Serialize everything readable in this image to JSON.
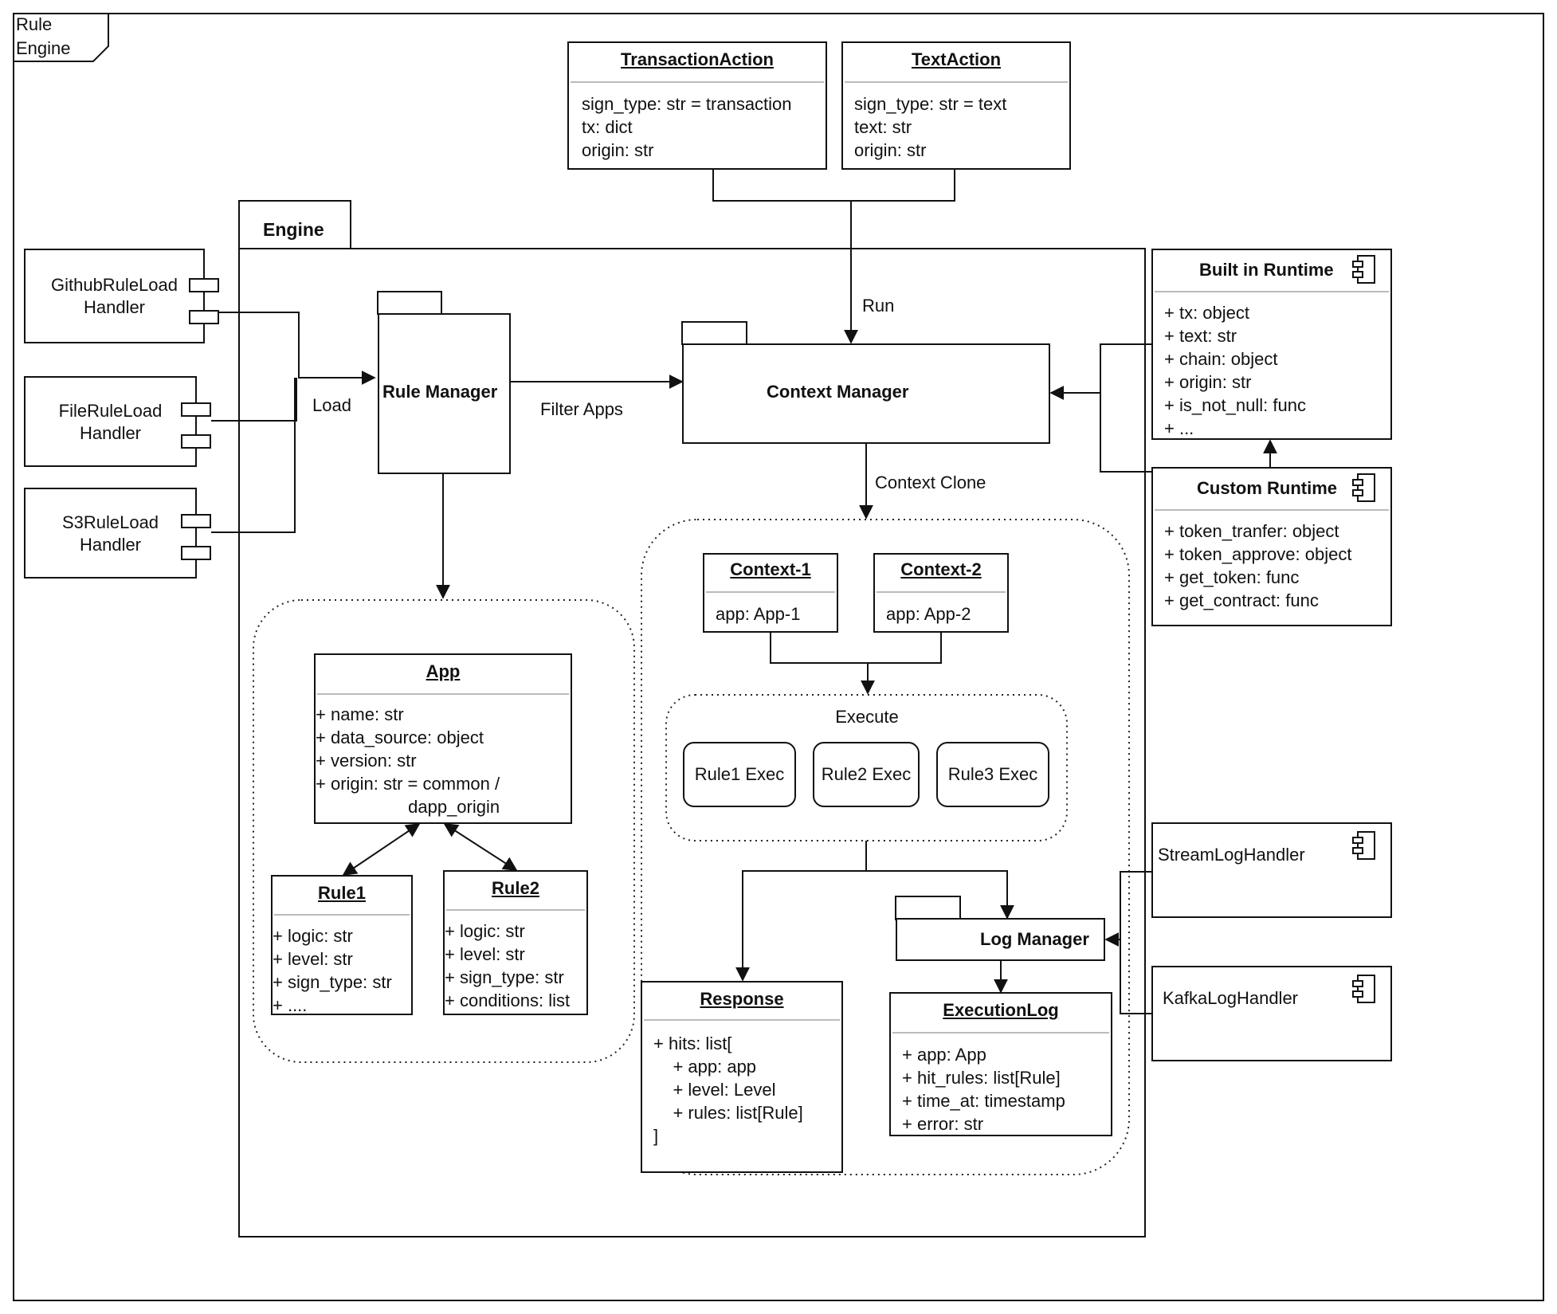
{
  "frame": {
    "title_line1": "Rule",
    "title_line2": "Engine"
  },
  "engine": {
    "label": "Engine"
  },
  "actions": {
    "transaction": {
      "title": "TransactionAction",
      "fields": [
        "sign_type: str = transaction",
        "tx: dict",
        "origin: str"
      ]
    },
    "text": {
      "title": "TextAction",
      "fields": [
        "sign_type: str = text",
        "text: str",
        "origin: str"
      ]
    }
  },
  "handlers": {
    "github": {
      "line1": "GithubRuleLoad",
      "line2": "Handler"
    },
    "file": {
      "line1": "FileRuleLoad",
      "line2": "Handler"
    },
    "s3": {
      "line1": "S3RuleLoad",
      "line2": "Handler"
    }
  },
  "rule_manager": {
    "label": "Rule Manager"
  },
  "context_manager": {
    "label": "Context Manager"
  },
  "edges": {
    "load": "Load",
    "filter_apps": "Filter Apps",
    "run": "Run",
    "context_clone": "Context Clone"
  },
  "runtimes": {
    "builtin": {
      "title": "Built in Runtime",
      "fields": [
        "+ tx: object",
        "+ text: str",
        "+ chain: object",
        "+ origin: str",
        "+ is_not_null: func",
        "+ ..."
      ]
    },
    "custom": {
      "title": "Custom Runtime",
      "fields": [
        "+ token_tranfer: object",
        "+ token_approve: object",
        "+ get_token: func",
        "+ get_contract: func"
      ]
    }
  },
  "app": {
    "title": "App",
    "fields": [
      "+ name: str",
      "+ data_source: object",
      "+ version: str",
      "+ origin: str = common /",
      "                   dapp_origin"
    ]
  },
  "rule1": {
    "title": "Rule1",
    "fields": [
      "+ logic: str",
      "+ level: str",
      "+ sign_type: str",
      "+ ...."
    ]
  },
  "rule2": {
    "title": "Rule2",
    "fields": [
      "+ logic: str",
      "+ level: str",
      "+ sign_type: str",
      "+ conditions: list"
    ]
  },
  "context1": {
    "title": "Context-1",
    "field": "app: App-1"
  },
  "context2": {
    "title": "Context-2",
    "field": "app: App-2"
  },
  "execute": {
    "label": "Execute",
    "rules": [
      "Rule1 Exec",
      "Rule2 Exec",
      "Rule3 Exec"
    ]
  },
  "log_manager": {
    "label": "Log Manager"
  },
  "response": {
    "title": "Response",
    "fields": [
      "+ hits: list[",
      "    + app: app",
      "    + level: Level",
      "    + rules: list[Rule]",
      "]"
    ]
  },
  "execution_log": {
    "title": "ExecutionLog",
    "fields": [
      "+ app: App",
      "+ hit_rules: list[Rule]",
      "+ time_at: timestamp",
      "+ error: str"
    ]
  },
  "log_handlers": {
    "stream": "StreamLogHandler",
    "kafka": "KafkaLogHandler"
  }
}
